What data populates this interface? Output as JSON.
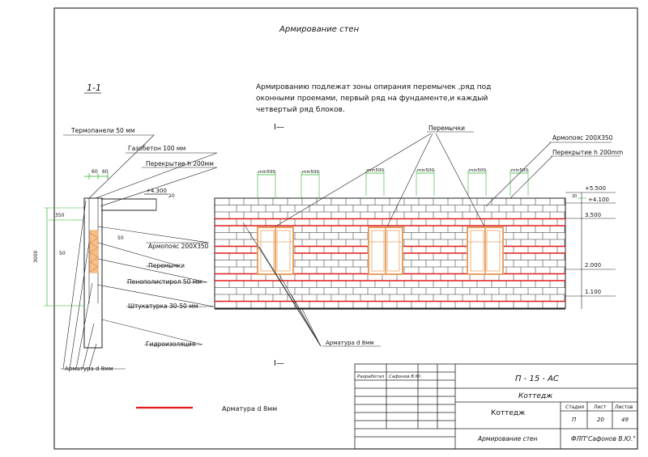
{
  "sheet": {
    "title": "Армирование стен",
    "note_lines": [
      "Армированию  подлежат  зоны опирания перемычек ,ряд под",
      "оконными проемами, первый  ряд на фундаменте,и каждый",
      "четвертый ряд блоков."
    ]
  },
  "section": {
    "label": "1-1",
    "cut_mark": "I—",
    "callouts": {
      "thermopanels": "Термопанели   50 мм",
      "gas_concrete": "Газобетон  100 мм",
      "floor_slab": "Перекрытие h 200мм",
      "ring_beam": "Армопояс 200Х350",
      "lintels": "Перемычки",
      "polystyrene": "Пенополистирол 50 мм",
      "plaster": "Штукатурка 30-50 мм",
      "waterproofing": "Гидроизоляция",
      "rebar": "Арматура d 8мм"
    },
    "dims": {
      "top_60a": "60",
      "top_60b": "60",
      "mid_20": "20",
      "left_350": "350",
      "left_50": "50",
      "right_50": "50",
      "height_3000": "3000",
      "level": "+4.300"
    }
  },
  "elevation": {
    "callouts": {
      "lintels": "Перемычки",
      "ring_beam": "Армопояс 200Х350",
      "floor_slab": "Перекрытие h 200mm",
      "rebar": "Арматура d 8мм"
    },
    "tags": [
      "min500",
      "min500",
      "min500",
      "min500",
      "min500",
      "min500"
    ],
    "levels": [
      "+5.500",
      "+4.100",
      "3.500",
      "2.000",
      "1.100"
    ],
    "level_short_20": "20"
  },
  "legend": {
    "label": "Арматура d 8мм",
    "color": "#e01b1b"
  },
  "title_block": {
    "developer_role": "Разработал",
    "developer_name": "Сафонов В.Ю.",
    "code": "П - 15 - АС",
    "project": "Коттедж",
    "object_name": "Коттедж",
    "stage_header": "Стадия",
    "sheet_header": "Лист",
    "sheets_header": "Листов",
    "stage": "П",
    "sheet_no": "20",
    "sheets_total": "49",
    "drawing_name": "Армирование стен",
    "company": "ФЛП\"Сафонов В.Ю.\""
  },
  "colors": {
    "line": "#222222",
    "rebar": "#e01b1b",
    "frame": "#e8a060",
    "glass": "#ffffff",
    "dim_green": "#2fb52f",
    "insulation": "#f0a050"
  }
}
